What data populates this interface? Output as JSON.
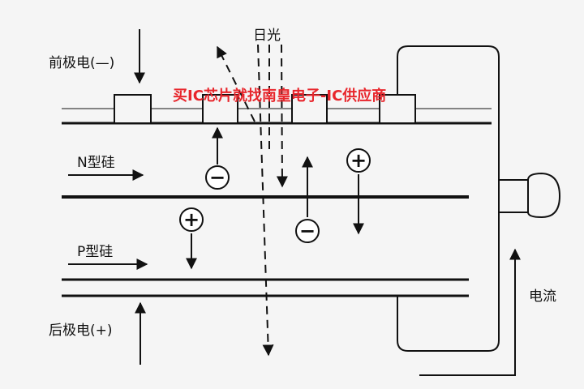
{
  "labels": {
    "sunlight": "日光",
    "front_electrode": "前极电(—)",
    "n_silicon": "N型硅",
    "p_silicon": "P型硅",
    "back_electrode": "后极电(+)",
    "current": "电流"
  },
  "watermark": "买IC芯片就找南皇电子-IC供应商",
  "charges": {
    "positive": "+",
    "negative": "−"
  },
  "colors": {
    "line": "#111111",
    "background": "#f5f5f5",
    "watermark": "#e8262c"
  }
}
